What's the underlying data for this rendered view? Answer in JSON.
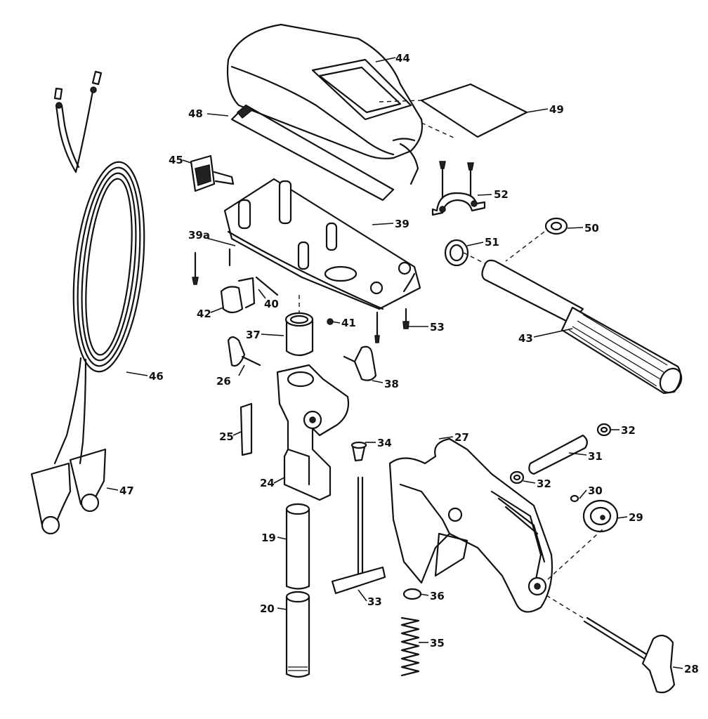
{
  "labels": {
    "p44": "44",
    "p48": "48",
    "p49": "49",
    "p45": "45",
    "p52": "52",
    "p39": "39",
    "p39a": "39a",
    "p51": "51",
    "p50": "50",
    "p40": "40",
    "p42": "42",
    "p41": "41",
    "p53": "53",
    "p37": "37",
    "p43": "43",
    "p46": "46",
    "p26": "26",
    "p38": "38",
    "p25": "25",
    "p27": "27",
    "p32a": "32",
    "p34": "34",
    "p31": "31",
    "p24": "24",
    "p32b": "32",
    "p47": "47",
    "p30": "30",
    "p29": "29",
    "p19": "19",
    "p33": "33",
    "p36": "36",
    "p20": "20",
    "p35": "35",
    "p28": "28"
  }
}
